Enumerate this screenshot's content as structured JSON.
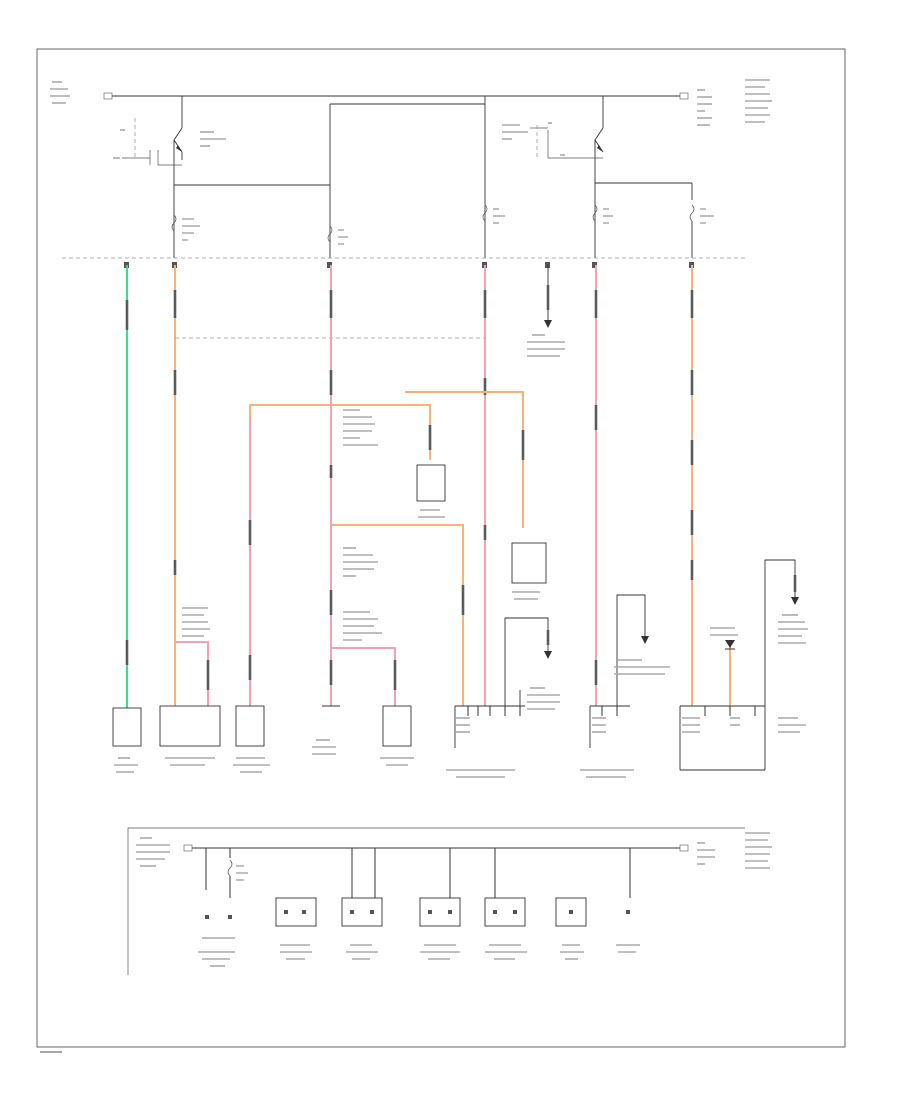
{
  "labels": {
    "battery_feed": "",
    "run_crank_top": "",
    "run_crank_bottom": "",
    "ignition_feed": "",
    "fuse_block": "",
    "engine_compartment": ""
  },
  "components": [
    {
      "id": "left_relay",
      "label": ""
    },
    {
      "id": "right_relay",
      "label": ""
    },
    {
      "id": "comp1",
      "label": ""
    },
    {
      "id": "comp2",
      "label": ""
    },
    {
      "id": "comp3",
      "label": ""
    },
    {
      "id": "comp4",
      "label": ""
    },
    {
      "id": "comp5",
      "label": ""
    },
    {
      "id": "comp6",
      "label": ""
    },
    {
      "id": "comp7",
      "label": ""
    },
    {
      "id": "comp8",
      "label": ""
    },
    {
      "id": "relay_a",
      "label": ""
    },
    {
      "id": "relay_b",
      "label": ""
    },
    {
      "id": "relay_c",
      "label": ""
    },
    {
      "id": "relay_d",
      "label": ""
    },
    {
      "id": "relay_e",
      "label": ""
    },
    {
      "id": "relay_f",
      "label": ""
    },
    {
      "id": "relay_g",
      "label": ""
    }
  ],
  "wire_colors": {
    "pink": "#f2a0b4",
    "orange": "#f7b27a",
    "green": "#39e08c",
    "black": "#333333"
  },
  "footer_code": ""
}
